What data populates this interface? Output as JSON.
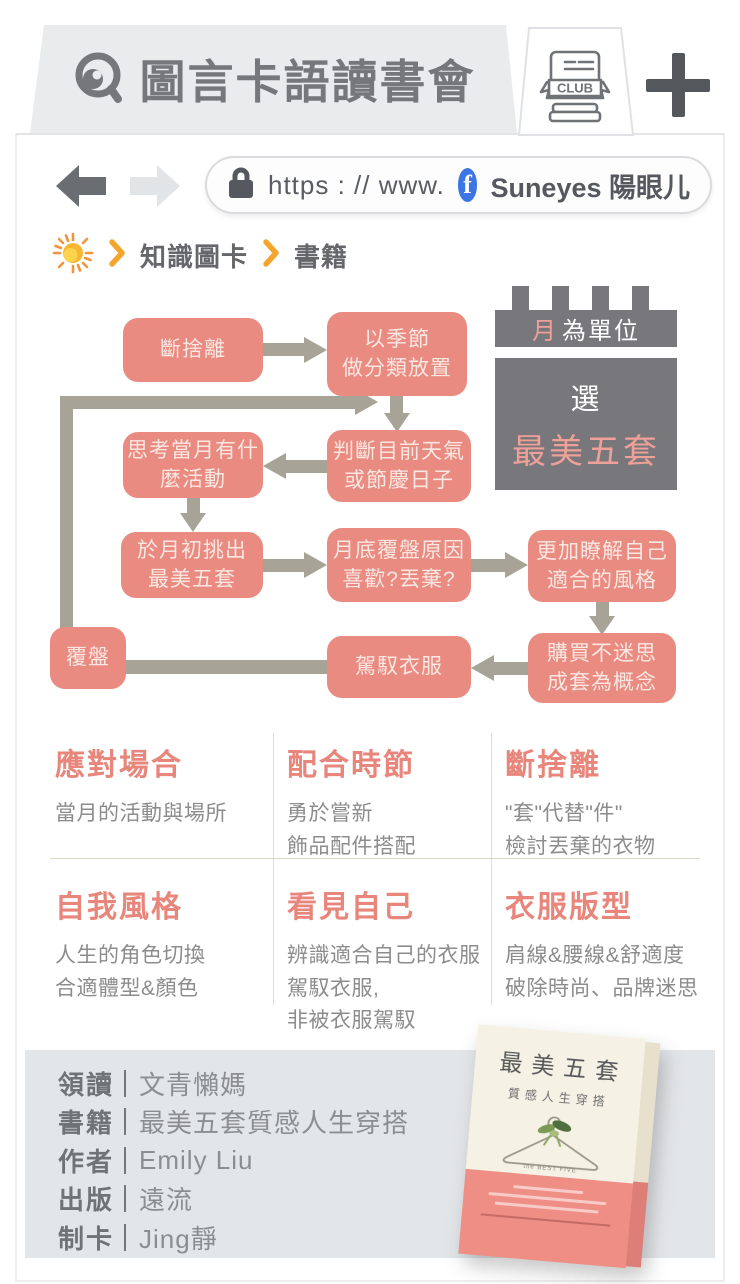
{
  "header": {
    "title": "圖言卡語讀書會",
    "club_tab_label": "CLUB"
  },
  "toolbar": {
    "url_prefix": "https : // www.",
    "fb_glyph": "f",
    "site_name": "Suneyes 陽眼儿"
  },
  "breadcrumb": {
    "items": [
      "知識圖卡",
      "書籍"
    ]
  },
  "flowchart": {
    "boxes": [
      {
        "id": "declutter",
        "lines": [
          "斷捨離"
        ]
      },
      {
        "id": "season",
        "lines": [
          "以季節",
          "做分類放置"
        ]
      },
      {
        "id": "think",
        "lines": [
          "思考當月有什",
          "麼活動"
        ]
      },
      {
        "id": "judge",
        "lines": [
          "判斷目前天氣",
          "或節慶日子"
        ]
      },
      {
        "id": "pick",
        "lines": [
          "於月初挑出",
          "最美五套"
        ]
      },
      {
        "id": "review",
        "lines": [
          "月底覆盤原因",
          "喜歡?丟棄?"
        ]
      },
      {
        "id": "understand",
        "lines": [
          "更加瞭解自己",
          "適合的風格"
        ]
      },
      {
        "id": "buy",
        "lines": [
          "購買不迷思",
          "成套為概念"
        ]
      },
      {
        "id": "wear",
        "lines": [
          "駕馭衣服"
        ]
      },
      {
        "id": "replay",
        "lines": [
          "覆盤"
        ]
      }
    ],
    "calendar": {
      "unit_accent": "月",
      "unit_rest": "為單位",
      "pick_line1": "選",
      "pick_line2": "最美五套"
    }
  },
  "sections": [
    {
      "title": "應對場合",
      "body": [
        "當月的活動與場所"
      ]
    },
    {
      "title": "配合時節",
      "body": [
        "勇於嘗新",
        "飾品配件搭配"
      ]
    },
    {
      "title": "斷捨離",
      "body": [
        "\"套\"代替\"件\"",
        "檢討丟棄的衣物"
      ]
    },
    {
      "title": "自我風格",
      "body": [
        "人生的角色切換",
        "合適體型&顏色"
      ]
    },
    {
      "title": "看見自己",
      "body": [
        "辨識適合自己的衣服",
        "駕馭衣服,",
        "非被衣服駕馭"
      ]
    },
    {
      "title": "衣服版型",
      "body": [
        "肩線&腰線&舒適度",
        "破除時尚、品牌迷思"
      ]
    }
  ],
  "footer": {
    "rows": [
      {
        "label": "領讀",
        "value": "文青懶媽"
      },
      {
        "label": "書籍",
        "value": "最美五套質感人生穿搭"
      },
      {
        "label": "作者",
        "value": "Emily Liu"
      },
      {
        "label": "出版",
        "value": "遠流"
      },
      {
        "label": "制卡",
        "value": "Jing靜"
      }
    ],
    "book": {
      "title": "最美五套",
      "subtitle": "質感人生穿搭",
      "caption": "the BEST FIVE"
    }
  },
  "colors": {
    "flow_box_pink": "#e98b81",
    "arrow_tan": "#a7a396",
    "calendar_gray": "#77777c",
    "accent_pink": "#efa098",
    "heading_pink": "#e8867c",
    "breadcrumb_orange": "#f4a52e",
    "facebook_blue": "#3b76e3",
    "footer_bg": "#e3e6e9",
    "book_band_pink": "#ee8e85"
  }
}
